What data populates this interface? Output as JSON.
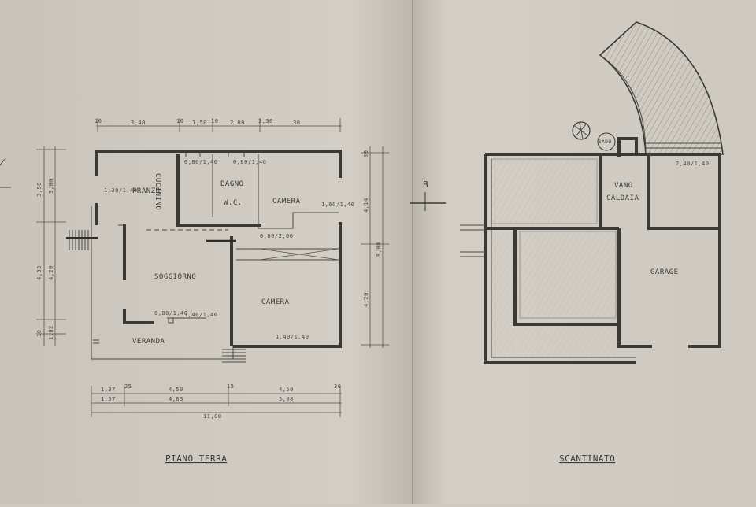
{
  "ground_floor": {
    "title": "PIANO TERRA",
    "rooms": {
      "pranzo": "PRANZO",
      "cucinino": "CUCININO",
      "bagno": "BAGNO",
      "wc": "W.C.",
      "camera_top": "CAMERA",
      "soggiorno": "SOGGIORNO",
      "camera_bottom": "CAMERA",
      "veranda": "VERANDA"
    },
    "dims_top": [
      "3,40",
      "10",
      "1,50",
      "10",
      "2,00",
      "10",
      "3,30",
      "30"
    ],
    "dims_bottom_row1": [
      "1,37",
      "25",
      "4,50",
      "15",
      "4,50",
      "30"
    ],
    "dims_bottom_row2": [
      "1,57",
      "4,63",
      "5,08"
    ],
    "dim_total": "11,08",
    "dims_left": [
      "3,58",
      "3,00",
      "4,33",
      "4,20",
      "10",
      "1,02"
    ],
    "dims_right": [
      "4,14",
      "4,20",
      "8,08",
      "30"
    ],
    "window_labels": [
      "1,30/1,40",
      "0,80/1,40",
      "0,80/1,40",
      "1,60/1,40",
      "0,80/2,00",
      "1,40/1,40",
      "0,80/1,40",
      "1,40/1,40"
    ],
    "section_marker": "B"
  },
  "basement": {
    "title": "SCANTINATO",
    "rooms": {
      "vano_caldaia_1": "VANO",
      "vano_caldaia_2": "CALDAIA",
      "garage": "GARAGE"
    },
    "tree_label": "SADU",
    "window_label": "2,40/1,40"
  }
}
